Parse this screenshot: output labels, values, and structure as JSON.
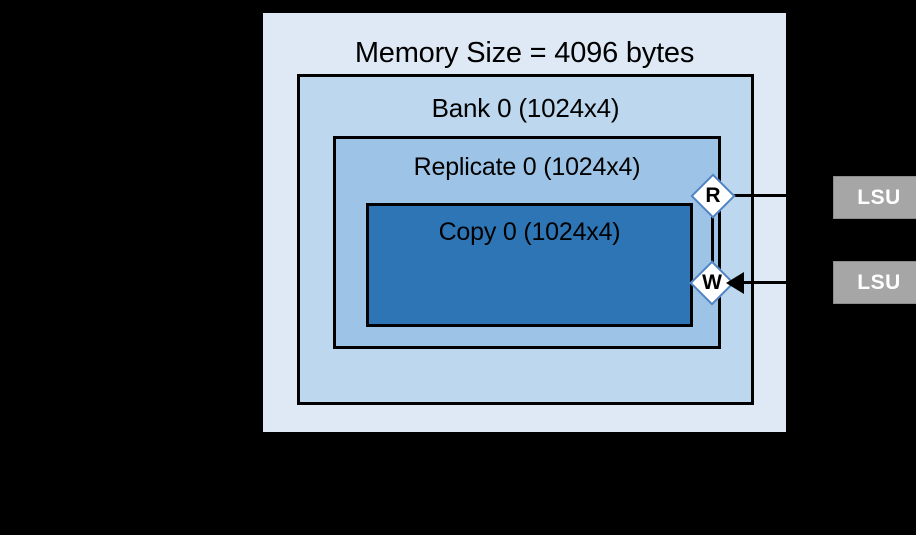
{
  "diagram": {
    "title": "Memory Size = 4096 bytes",
    "memory": {
      "label": "Memory Size = 4096 bytes",
      "fill": "#DEE9F5"
    },
    "bank": {
      "label": "Bank 0 (1024x4)",
      "fill": "#BDD7EE"
    },
    "replicate": {
      "label": "Replicate 0 (1024x4)",
      "fill": "#9DC3E6"
    },
    "copy": {
      "label": "Copy 0 (1024x4)",
      "fill": "#2E75B6"
    },
    "ports": [
      {
        "id": "read-port",
        "label": "R",
        "meaning": "read-port",
        "fill": "#FFFFFF",
        "border": "#4F83C4"
      },
      {
        "id": "write-port",
        "label": "W",
        "meaning": "write-port",
        "fill": "#FFFFFF",
        "border": "#4F83C4"
      }
    ],
    "units": [
      {
        "id": "lsu-read",
        "label": "LSU",
        "connects_to": "read-port",
        "fill": "#A6A6A6",
        "text_color": "#FFFFFF"
      },
      {
        "id": "lsu-write",
        "label": "LSU",
        "connects_to": "write-port",
        "fill": "#A6A6A6",
        "text_color": "#FFFFFF"
      }
    ],
    "connections": [
      {
        "from": "read-port",
        "to": "lsu-read",
        "arrow": "none"
      },
      {
        "from": "lsu-write",
        "to": "write-port",
        "arrow": "to-write-port"
      },
      {
        "from": "read-port",
        "to": "write-port",
        "arrow": "none"
      }
    ],
    "background": "#000000",
    "border_color": "#000000"
  }
}
